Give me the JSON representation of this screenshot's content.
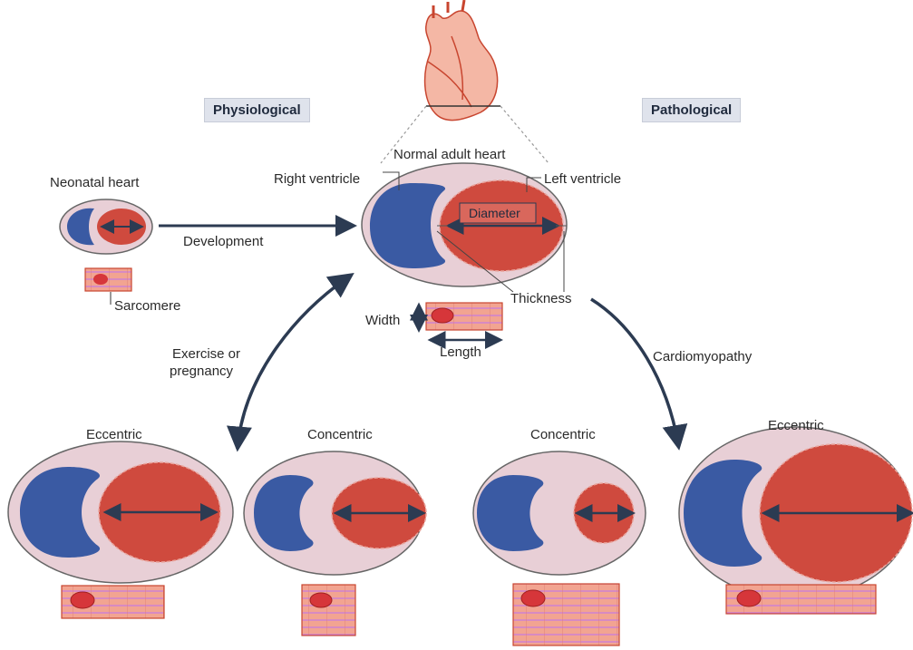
{
  "headers": {
    "physiological": "Physiological",
    "pathological": "Pathological"
  },
  "labels": {
    "normal_adult_heart": "Normal adult heart",
    "neonatal_heart": "Neonatal heart",
    "right_ventricle": "Right ventricle",
    "left_ventricle": "Left ventricle",
    "diameter": "Diameter",
    "development": "Development",
    "sarcomere": "Sarcomere",
    "thickness": "Thickness",
    "width": "Width",
    "length": "Length",
    "exercise_or_pregnancy": [
      "Exercise or",
      "pregnancy"
    ],
    "cardiomyopathy": "Cardiomyopathy",
    "eccentric_physiological": "Eccentric",
    "concentric_physiological": "Concentric",
    "concentric_pathological": "Concentric",
    "eccentric_pathological": "Eccentric"
  },
  "colors": {
    "pericardium": "#e8cfd6",
    "right_ventricle": "#3a5aa3",
    "left_ventricle": "#cf4a3e",
    "arrow": "#2c3b52",
    "sarcomere_fill": "#f2a491",
    "sarcomere_line": "#c77be0",
    "nucleus": "#d6363a"
  }
}
